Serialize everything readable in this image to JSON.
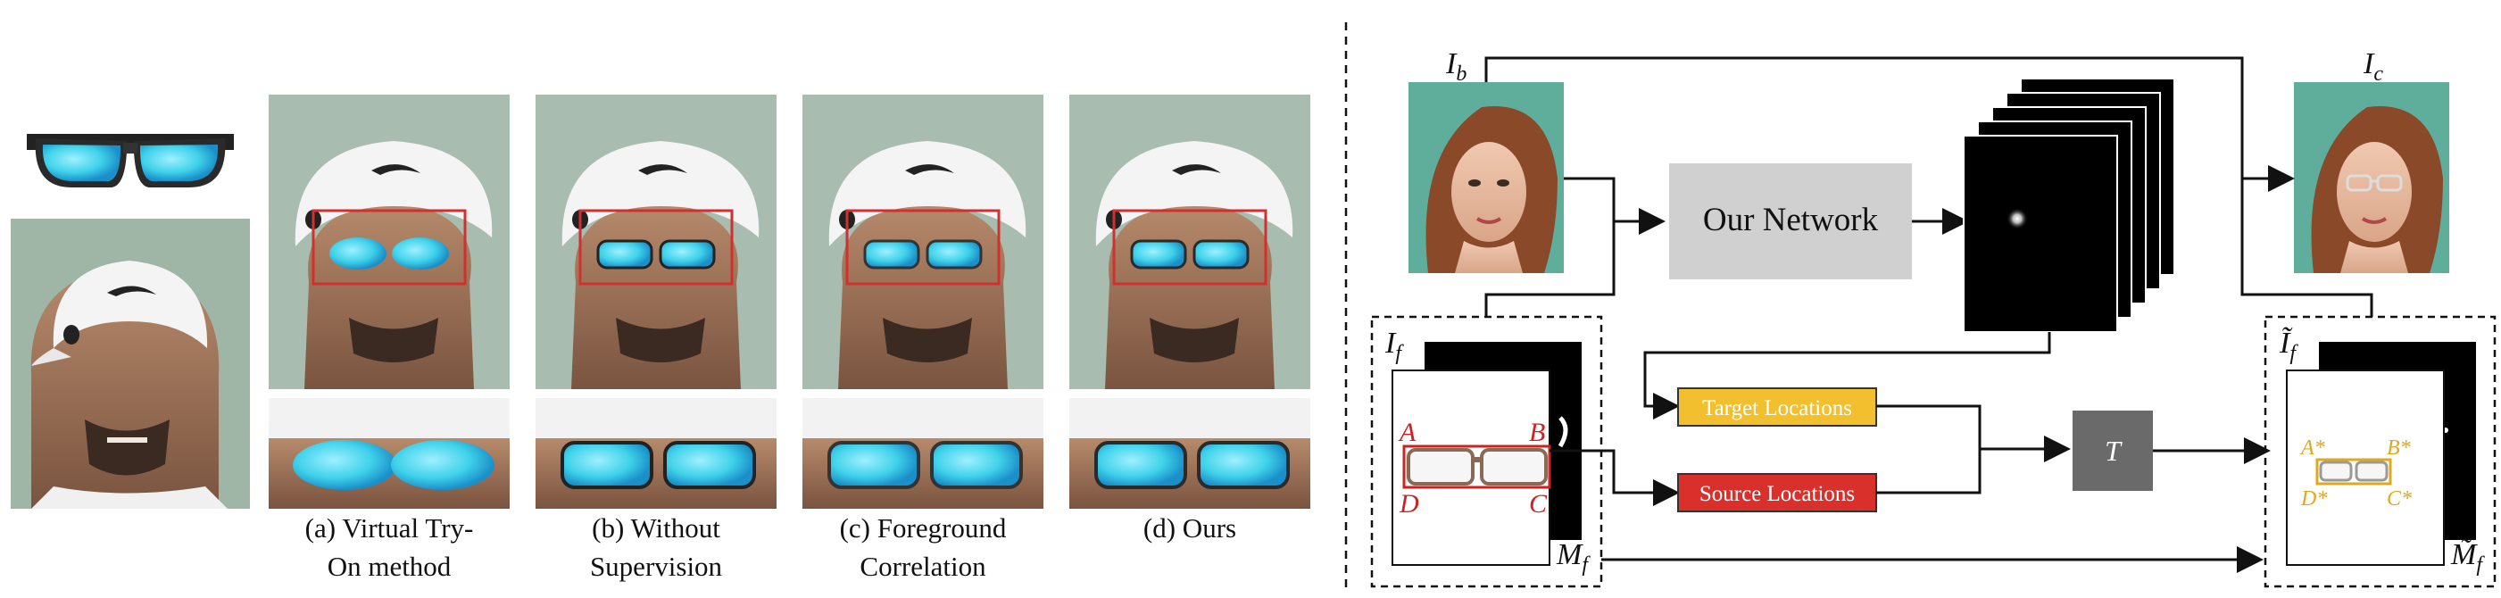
{
  "left_panel": {
    "captions": [
      {
        "line1": "(a) Virtual Try-",
        "line2": "On method"
      },
      {
        "line1": "(b) Without",
        "line2": "Supervision"
      },
      {
        "line1": "(c) Foreground",
        "line2": "Correlation"
      },
      {
        "line1": "(d) Ours",
        "line2": ""
      }
    ]
  },
  "right_panel": {
    "network_label": "Our Network",
    "target_label": "Target Locations",
    "source_label": "Source Locations",
    "transform_label": "T",
    "symbols": {
      "Ib_base": "I",
      "Ib_sub": "b",
      "Ic_base": "I",
      "Ic_sub": "c",
      "If_base": "I",
      "If_sub": "f",
      "Mf_base": "M",
      "Mf_sub": "f",
      "Ift_base": "Ĩ",
      "Ift_sub": "f",
      "Mft_base": "M̃",
      "Mft_sub": "f"
    },
    "corners_src": [
      "A",
      "B",
      "C",
      "D"
    ],
    "corners_dst": [
      "A*",
      "B*",
      "C*",
      "D*"
    ],
    "colors": {
      "network_box": "#d0d0d0",
      "target_box": "#f2c02e",
      "source_box": "#d9302c",
      "transform_box": "#6a6a6a",
      "teal_bg": "#5fae9c",
      "sunglass_lens": "#3fd2ea",
      "bbox_red": "#d03030",
      "corner_red": "#cc2222",
      "corner_gold": "#e0a81e"
    }
  }
}
